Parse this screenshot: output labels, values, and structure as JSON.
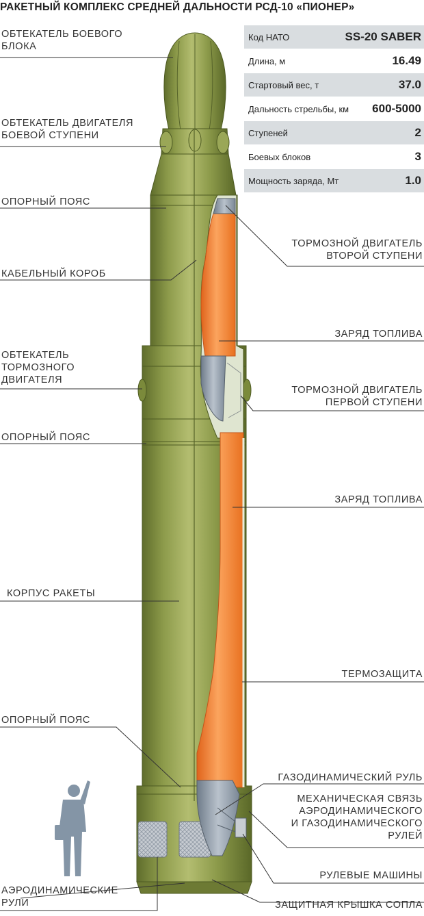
{
  "title": "РАКЕТНЫЙ КОМПЛЕКС СРЕДНЕЙ ДАЛЬНОСТИ РСД-10 «ПИОНЕР»",
  "specs": [
    {
      "label": "Код НАТО",
      "value": "SS-20 SABER"
    },
    {
      "label": "Длина, м",
      "value": "16.49"
    },
    {
      "label": "Стартовый вес, т",
      "value": "37.0"
    },
    {
      "label": "Дальность стрельбы, км",
      "value": "600-5000"
    },
    {
      "label": "Ступеней",
      "value": "2"
    },
    {
      "label": "Боевых блоков",
      "value": "3"
    },
    {
      "label": "Мощность заряда, Мт",
      "value": "1.0"
    }
  ],
  "labels_left": {
    "warhead_fairing": [
      "ОБТЕКАТЕЛЬ БОЕВОГО",
      "БЛОКА"
    ],
    "combat_stage_engine_fairing": [
      "ОБТЕКАТЕЛЬ ДВИГАТЕЛЯ",
      "БОЕВОЙ СТУПЕНИ"
    ],
    "support_belt_1": "ОПОРНЫЙ ПОЯС",
    "cable_duct": "КАБЕЛЬНЫЙ КОРОБ",
    "brake_engine_fairing": [
      "ОБТЕКАТЕЛЬ",
      "ТОРМОЗНОГО",
      "ДВИГАТЕЛЯ"
    ],
    "support_belt_2": "ОПОРНЫЙ ПОЯС",
    "rocket_body": "КОРПУС РАКЕТЫ",
    "support_belt_3": "ОПОРНЫЙ ПОЯС",
    "aero_rudders": [
      "АЭРОДИНАМИЧЕСКИЕ",
      "РУЛИ"
    ]
  },
  "labels_right": {
    "second_stage_brake_engine": [
      "ТОРМОЗНОЙ ДВИГАТЕЛЬ",
      "ВТОРОЙ СТУПЕНИ"
    ],
    "fuel_charge_1": "ЗАРЯД ТОПЛИВА",
    "first_stage_brake_engine": [
      "ТОРМОЗНОЙ ДВИГАТЕЛЬ",
      "ПЕРВОЙ СТУПЕНИ"
    ],
    "fuel_charge_2": "ЗАРЯД ТОПЛИВА",
    "thermal_protection": "ТЕРМОЗАЩИТА",
    "gas_rudder": "ГАЗОДИНАМИЧЕСКИЙ РУЛЬ",
    "mech_link": [
      "МЕХАНИЧЕСКАЯ СВЯЗЬ",
      "АЭРОДИНАМИЧЕСКОГО",
      "И ГАЗОДИНАМИЧЕСКОГО",
      "РУЛЕЙ"
    ],
    "steering_machines": "РУЛЕВЫЕ МАШИНЫ",
    "nozzle_cover": "ЗАЩИТНАЯ КРЫШКА СОПЛА"
  },
  "colors": {
    "body": "#8c9a4a",
    "body_light": "#aab565",
    "body_dark": "#5f6d2c",
    "fuel": "#f07a2a",
    "fuel_light": "#f9a15a",
    "metal": "#8a97a6",
    "table_shade": "#d9dde0",
    "person": "#8495a6"
  }
}
